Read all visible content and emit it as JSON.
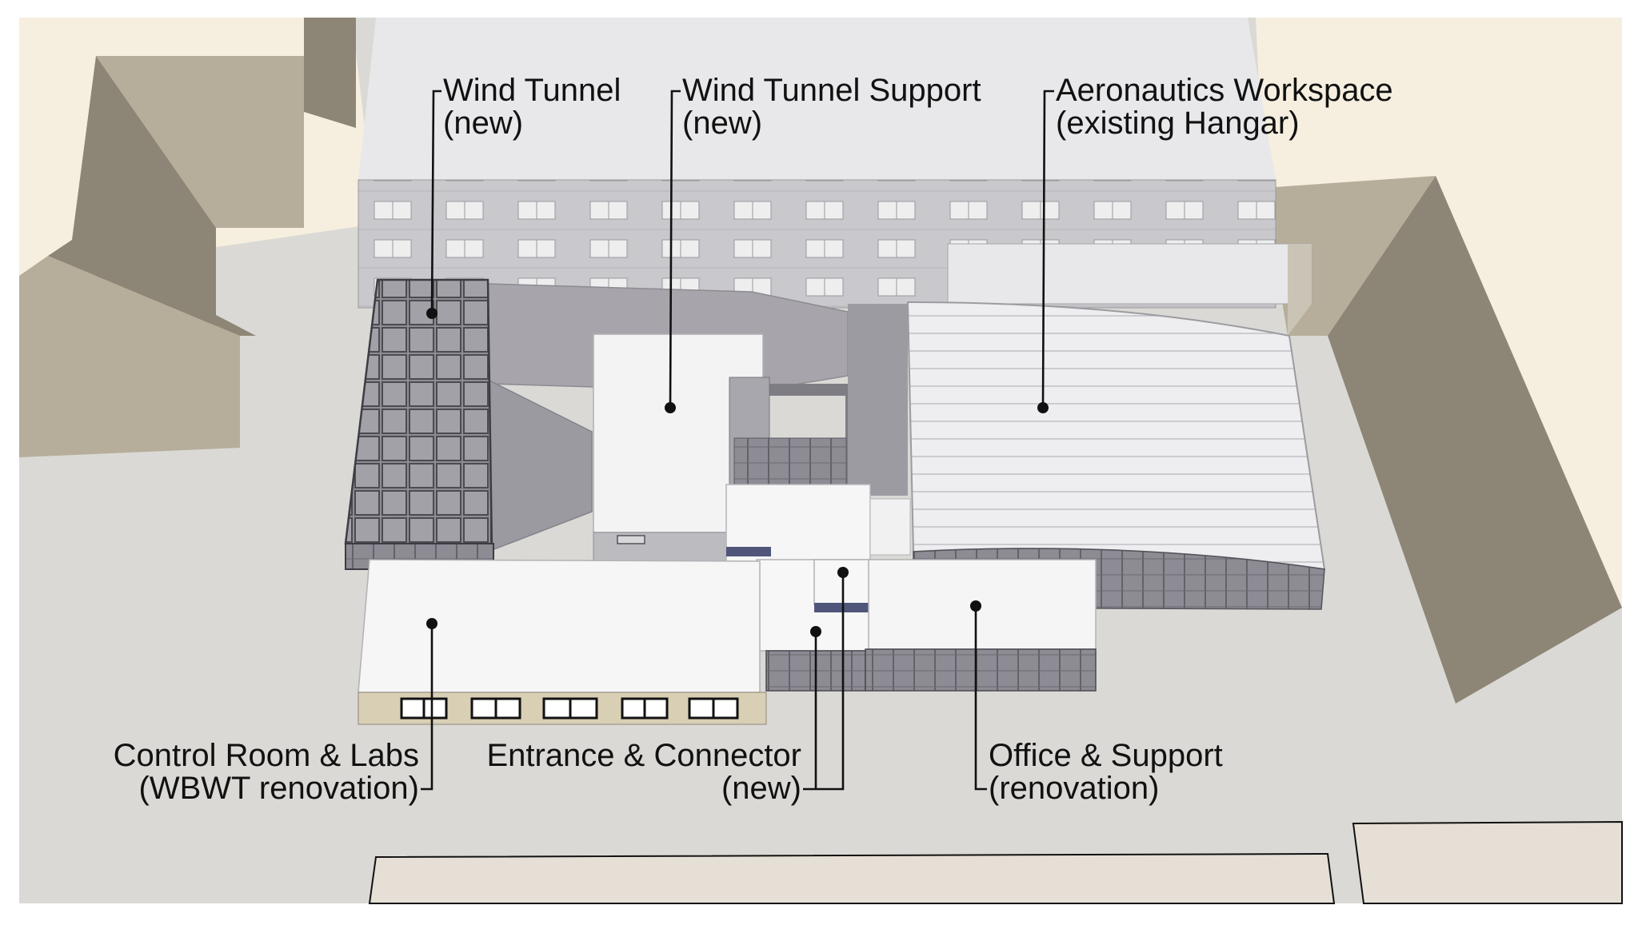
{
  "colors": {
    "ground": "#d9d8d4",
    "neighbor_lot": "#f6efdf",
    "tall_building": "#b0a996",
    "tall_building_side": "#8d8676",
    "roof_white": "#f4f4f4",
    "glass_dark": "#7e7c83",
    "metal_gray": "#a7a5ab",
    "hangar_roof": "#ecebed",
    "label_ink": "#111111"
  },
  "labels": {
    "wind_tunnel": {
      "line1": "Wind Tunnel",
      "line2": "(new)"
    },
    "wind_tunnel_support": {
      "line1": "Wind Tunnel Support",
      "line2": "(new)"
    },
    "aeronautics_workspace": {
      "line1": "Aeronautics Workspace",
      "line2": "(existing Hangar)"
    },
    "control_room": {
      "line1": "Control Room & Labs",
      "line2": "(WBWT renovation)"
    },
    "entrance_connector": {
      "line1": "Entrance & Connector",
      "line2": "(new)"
    },
    "office_support": {
      "line1": "Office & Support",
      "line2": "(renovation)"
    }
  }
}
